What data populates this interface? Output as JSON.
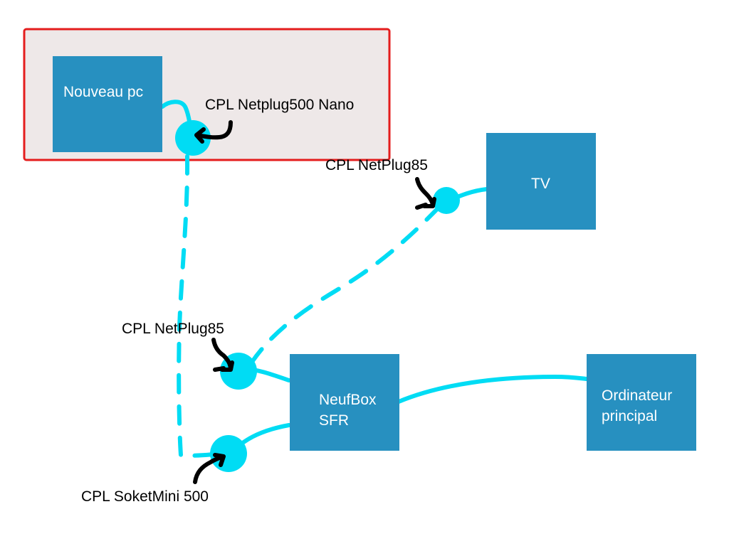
{
  "colors": {
    "box": "#2790c0",
    "cable": "#00dcf4",
    "highlight_border": "#e41d1d",
    "highlight_fill": "#eee8e8",
    "arrow": "#000000"
  },
  "devices": {
    "nouveau_pc": "Nouveau pc",
    "tv": "TV",
    "neufbox_line1": "NeufBox",
    "neufbox_line2": "SFR",
    "ordinateur_line1": "Ordinateur",
    "ordinateur_line2": "principal"
  },
  "labels": {
    "cpl_nano": "CPL Netplug500 Nano",
    "cpl_tv": "CPL NetPlug85",
    "cpl_box": "CPL NetPlug85",
    "cpl_soket": "CPL SoketMini 500"
  }
}
